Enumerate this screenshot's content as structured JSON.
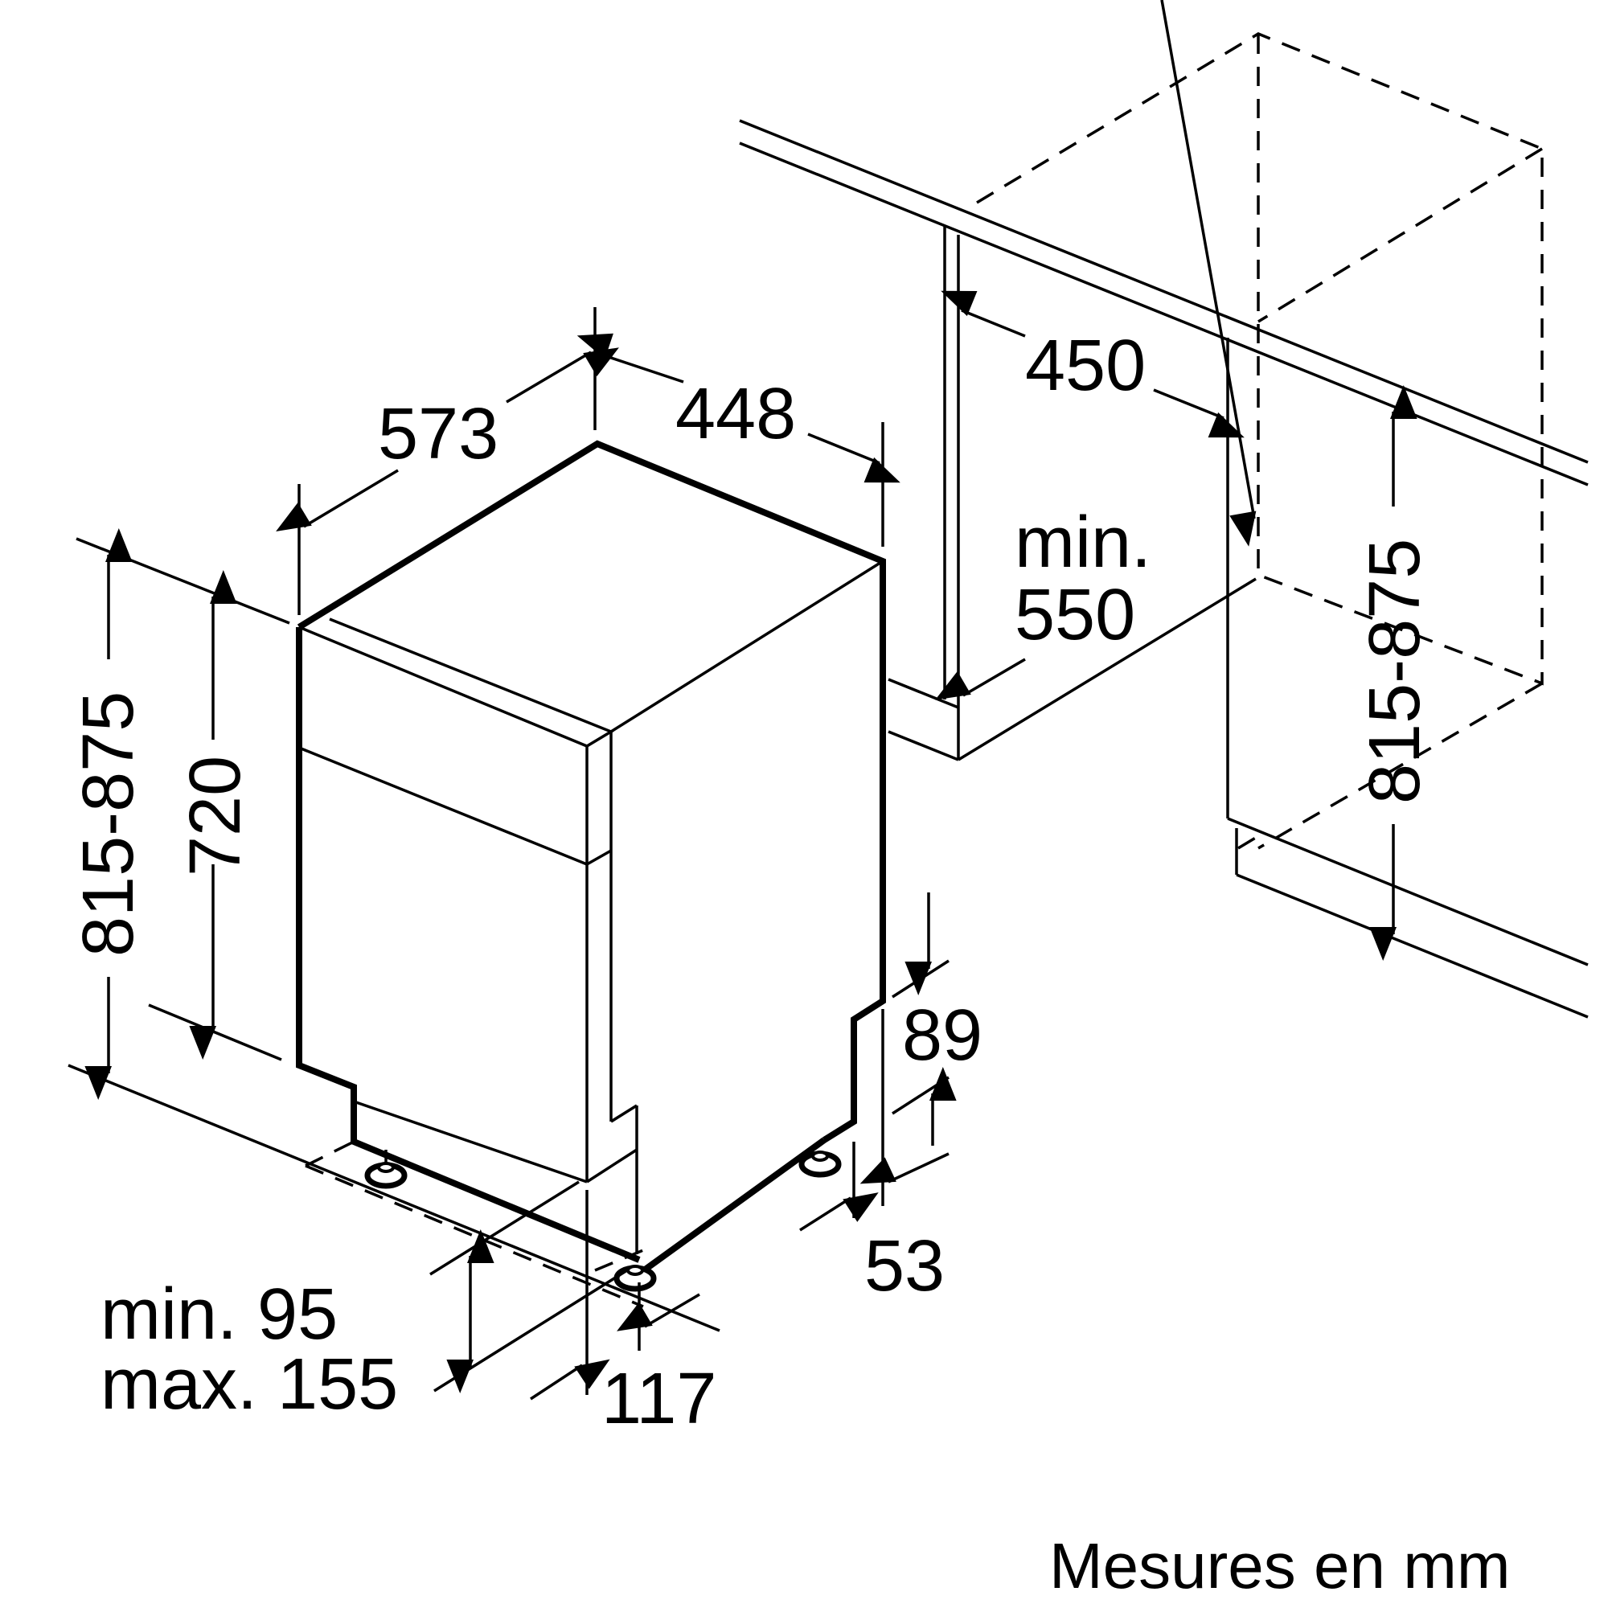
{
  "dimensions": {
    "width_573": "573",
    "depth_448": "448",
    "height_range_left": "815-875",
    "height_720": "720",
    "niche_450": "450",
    "niche_min_label": "min.",
    "niche_min_value": "550",
    "niche_height_range": "815-875",
    "plinth_89": "89",
    "plinth_53": "53",
    "plinth_min": "min. 95",
    "plinth_max": "max. 155",
    "foot_117": "117"
  },
  "caption": "Mesures en mm"
}
